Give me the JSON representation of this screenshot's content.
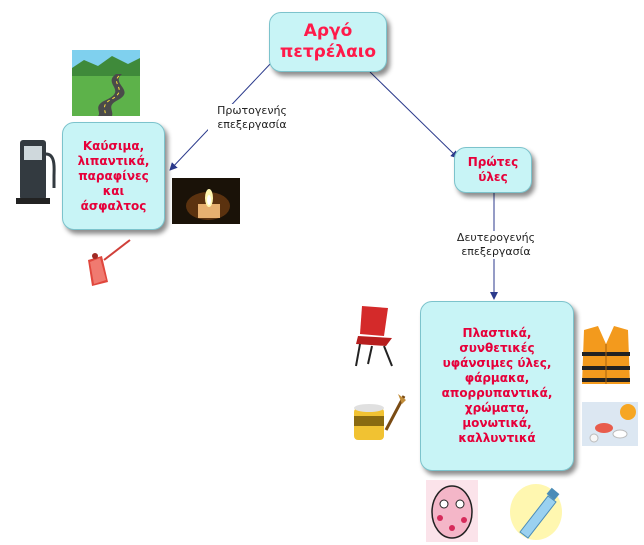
{
  "nodes": {
    "root": "Αργό\nπετρέλαιο",
    "fuels": "Καύσιμα,\nλιπαντικά,\nπαραφίνες\nκαι\nάσφαλτος",
    "raw_materials": "Πρώτες\nύλες",
    "products": "Πλαστικά,\nσυνθετικές\nυφάνσιμες ύλες,\nφάρμακα,\nαπορρυπαντικά,\nχρώματα,\nμονωτικά,\nκαλλυντικά"
  },
  "edges": {
    "primary_label": "Πρωτογενής\nεπεξεργασία",
    "secondary_label": "Δευτερογενής\nεπεξεργασία"
  },
  "colors": {
    "node_fill": "#c8f4f6",
    "node_text": "#e6003a",
    "edge": "#2b3a8c"
  },
  "icons": [
    "road-icon",
    "fuel-pump-icon",
    "candle-icon",
    "oil-can-icon",
    "chair-icon",
    "life-vest-icon",
    "glue-icon",
    "pills-icon",
    "face-mask-icon",
    "cream-tube-icon"
  ]
}
